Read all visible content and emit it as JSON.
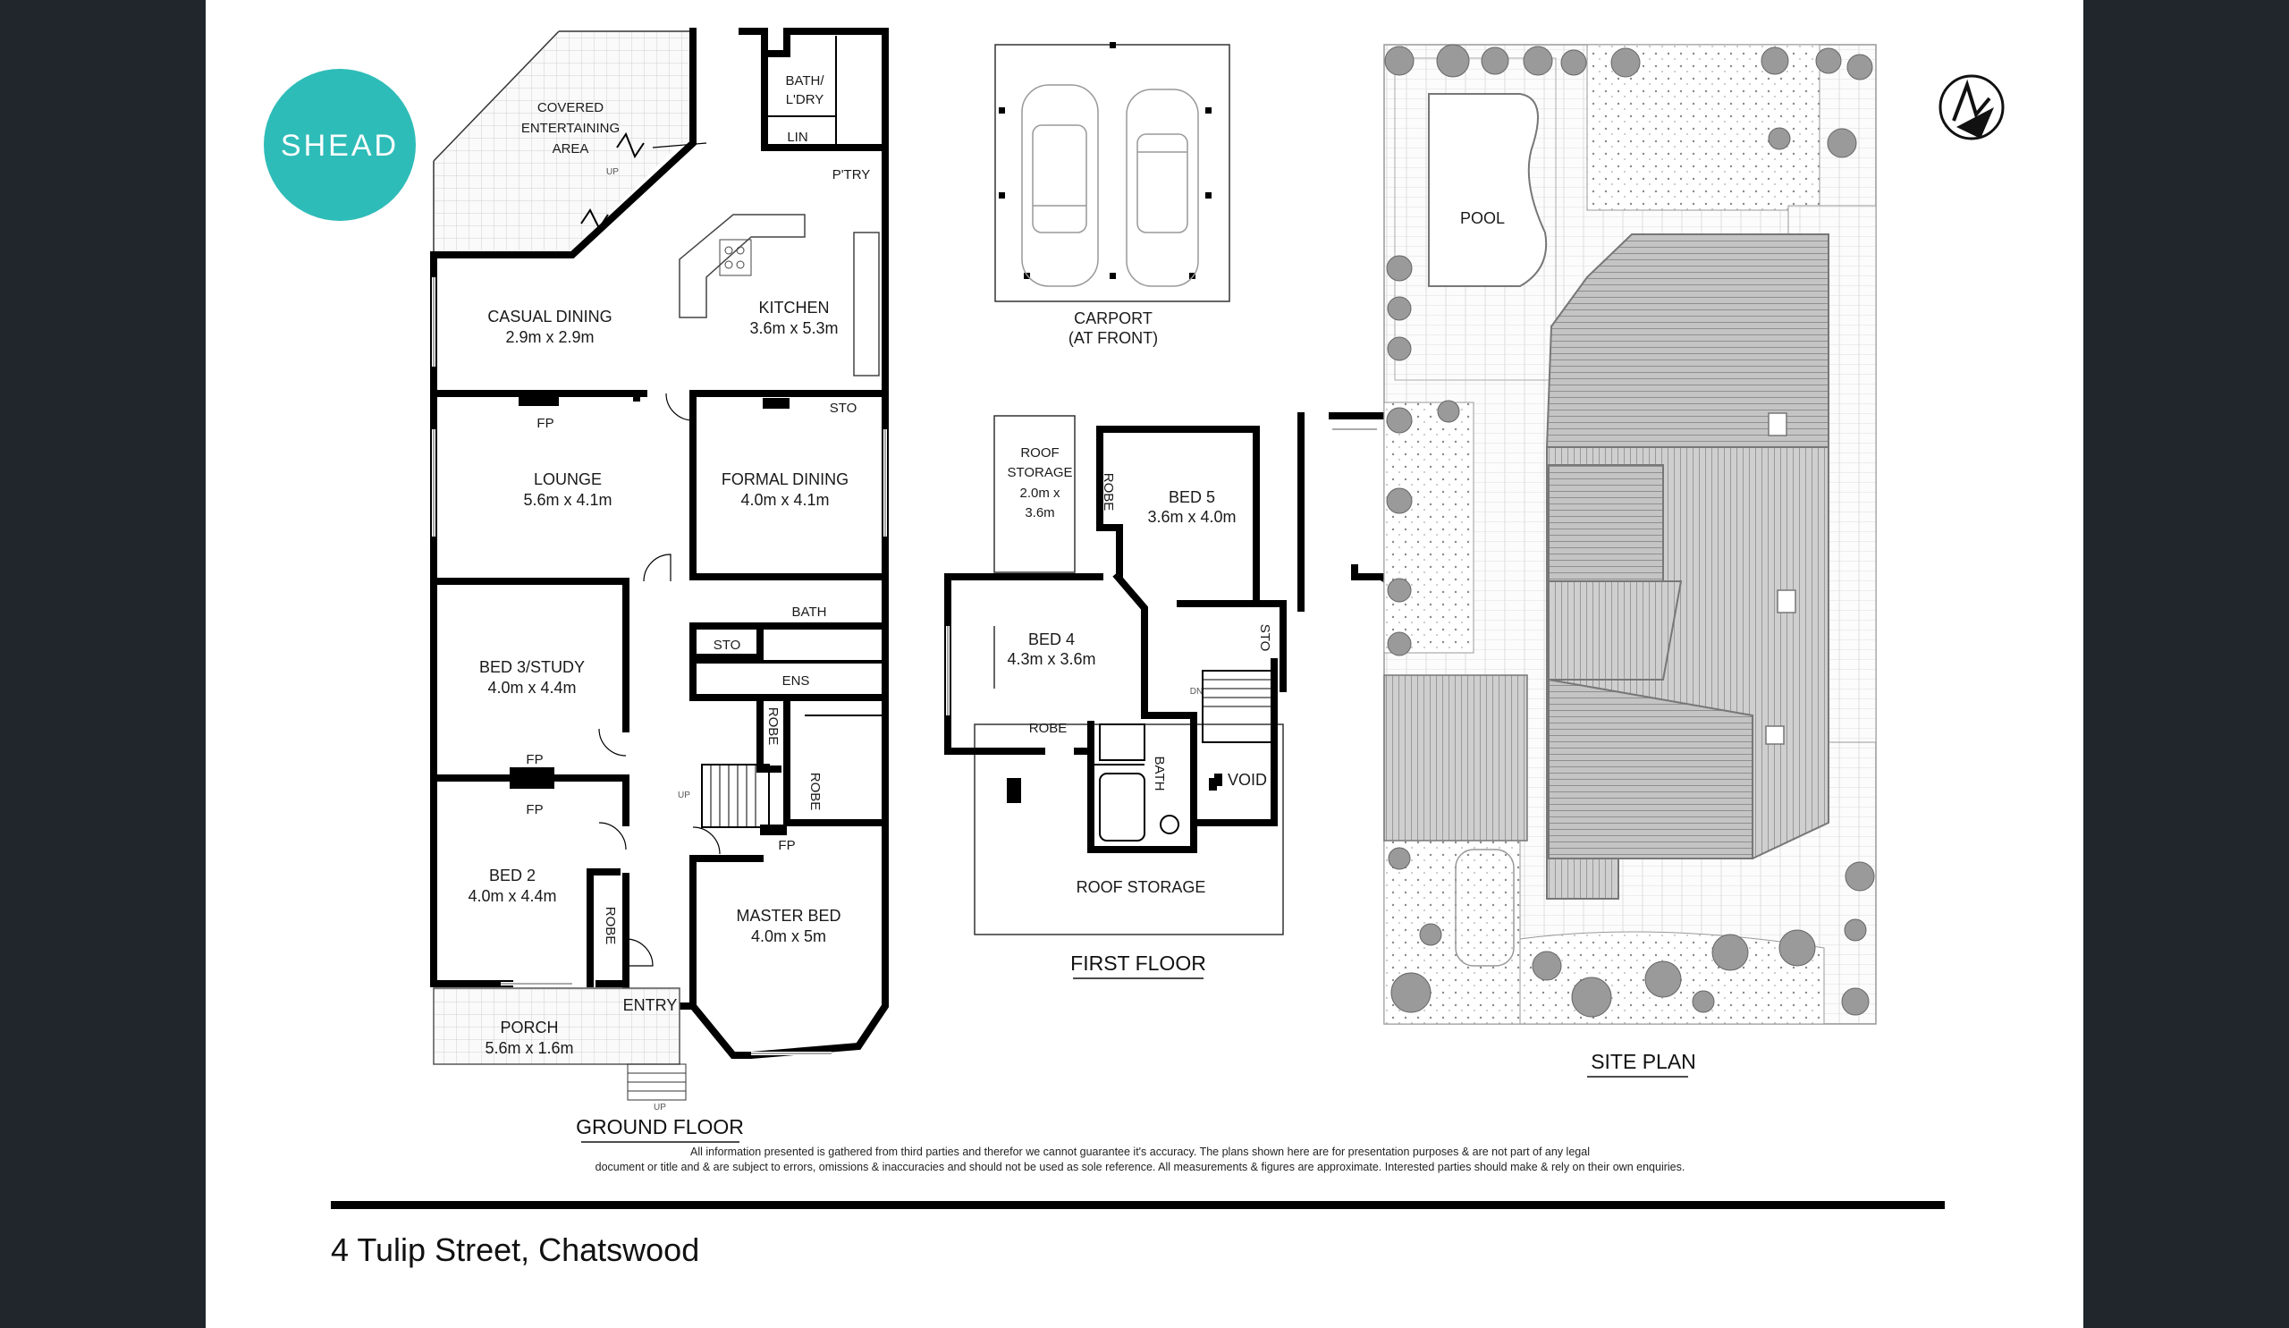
{
  "brand": {
    "logo_text": "SHEAD",
    "logo_color": "#2ebcb8"
  },
  "floors": {
    "ground": {
      "title": "GROUND FLOOR",
      "rooms": {
        "covered_line1": "COVERED",
        "covered_line2": "ENTERTAINING",
        "covered_line3": "AREA",
        "bath_laundry_line1": "BATH/",
        "bath_laundry_line2": "L'DRY",
        "lin": "LIN",
        "pantry": "P'TRY",
        "casual_dining": "CASUAL DINING",
        "casual_dining_size": "2.9m x 2.9m",
        "kitchen": "KITCHEN",
        "kitchen_size": "3.6m x 5.3m",
        "sto_1": "STO",
        "lounge": "LOUNGE",
        "lounge_size": "5.6m x 4.1m",
        "formal_dining": "FORMAL DINING",
        "formal_dining_size": "4.0m x 4.1m",
        "fp_1": "FP",
        "bath": "BATH",
        "sto_2": "STO",
        "ens": "ENS",
        "bed3": "BED 3/STUDY",
        "bed3_size": "4.0m x 4.4m",
        "fp_2": "FP",
        "fp_3": "FP",
        "robe_1": "ROBE",
        "robe_2": "ROBE",
        "fp_4": "FP",
        "bed2": "BED 2",
        "bed2_size": "4.0m x 4.4m",
        "robe_3": "ROBE",
        "master": "MASTER BED",
        "master_size": "4.0m x 5m",
        "porch": "PORCH",
        "porch_size": "5.6m x 1.6m",
        "entry": "ENTRY",
        "up_1": "UP",
        "up_2": "UP",
        "up_3": "UP"
      }
    },
    "carport": {
      "line1": "CARPORT",
      "line2": "(AT FRONT)"
    },
    "first": {
      "title": "FIRST FLOOR",
      "rooms": {
        "roof_storage_1_line1": "ROOF",
        "roof_storage_1_line2": "STORAGE",
        "roof_storage_1_size1": "2.0m x",
        "roof_storage_1_size2": "3.6m",
        "robe_1": "ROBE",
        "bed5": "BED 5",
        "bed5_size": "3.6m x 4.0m",
        "bed4": "BED 4",
        "bed4_size": "4.3m x 3.6m",
        "sto": "STO",
        "dn": "DN",
        "robe_2": "ROBE",
        "bath": "BATH",
        "void": "VOID",
        "roof_storage_2": "ROOF STORAGE"
      }
    },
    "site": {
      "title": "SITE PLAN",
      "pool": "POOL"
    }
  },
  "disclaimer": {
    "line1": "All information presented is gathered from third parties and therefor we cannot guarantee it's accuracy. The plans shown here are for presentation purposes & are not part of any legal",
    "line2": "document or title and & are subject to errors, omissions & inaccuracies and should not be used as sole reference. All measurements & figures are approximate. Interested parties should make & rely on their own enquiries."
  },
  "address": "4 Tulip Street, Chatswood"
}
